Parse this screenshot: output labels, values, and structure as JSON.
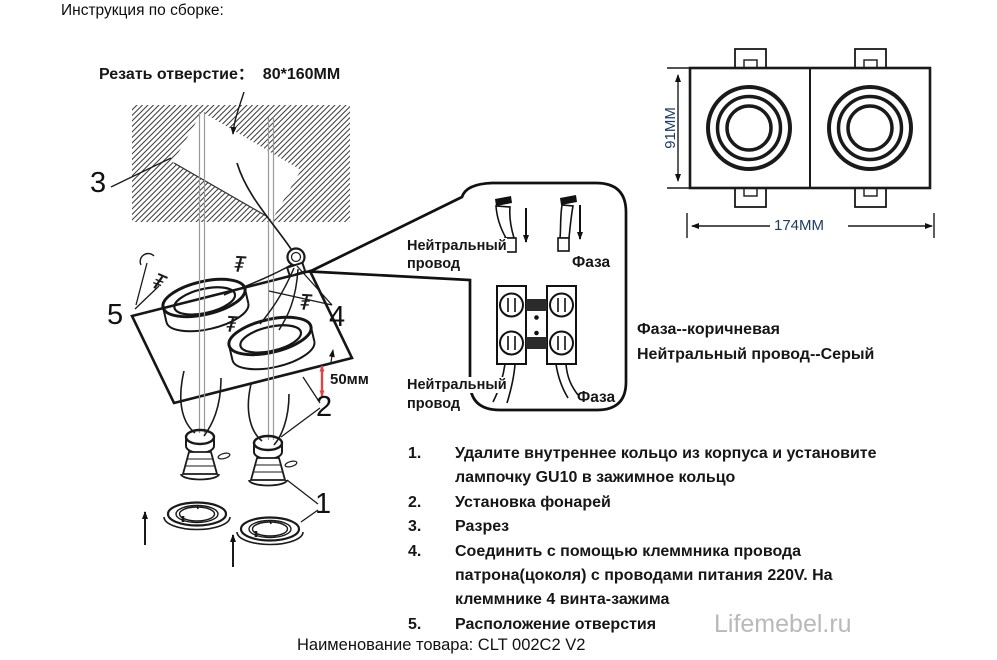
{
  "page": {
    "title": "Инструкция по сборке:",
    "product_name": "Наименование товара: CLT 002C2 V2",
    "watermark": "Lifemebel.ru"
  },
  "cut_note": "Резать отверстие：  80*160MM",
  "diagram_labels": {
    "part_1": "1",
    "part_2": "2",
    "part_3": "3",
    "part_4": "4",
    "part_5": "5",
    "depth": "50мм"
  },
  "callout": {
    "neutral_top": "Нейтральный провод",
    "phase_top": "Фаза",
    "neutral_bottom": "Нейтральный провод",
    "phase_bottom": "Фаза"
  },
  "wiring_note": {
    "line1": "Фаза--коричневая",
    "line2": "Нейтральный провод--Серый"
  },
  "dimensions": {
    "height": "91MM",
    "width": "174MM"
  },
  "steps": [
    {
      "num": "1.",
      "text": "Удалите внутреннее кольцо из корпуса и установите\nлампочку GU10 в зажимное кольцо"
    },
    {
      "num": "2.",
      "text": "Установка фонарей"
    },
    {
      "num": "3.",
      "text": "Разрез"
    },
    {
      "num": "4.",
      "text": "Соединить с помощью клеммника провода\nпатрона(цоколя) с проводами питания 220V. На\nклеммнике 4 винта-зажима"
    },
    {
      "num": "5.",
      "text": "Расположение отверстия"
    }
  ],
  "colors": {
    "ink": "#1a1a1a",
    "dimension_text": "#1e3c64",
    "depth_line": "#e04545",
    "wire_gray": "#9a9a9a",
    "watermark": "#b9b9b9"
  }
}
